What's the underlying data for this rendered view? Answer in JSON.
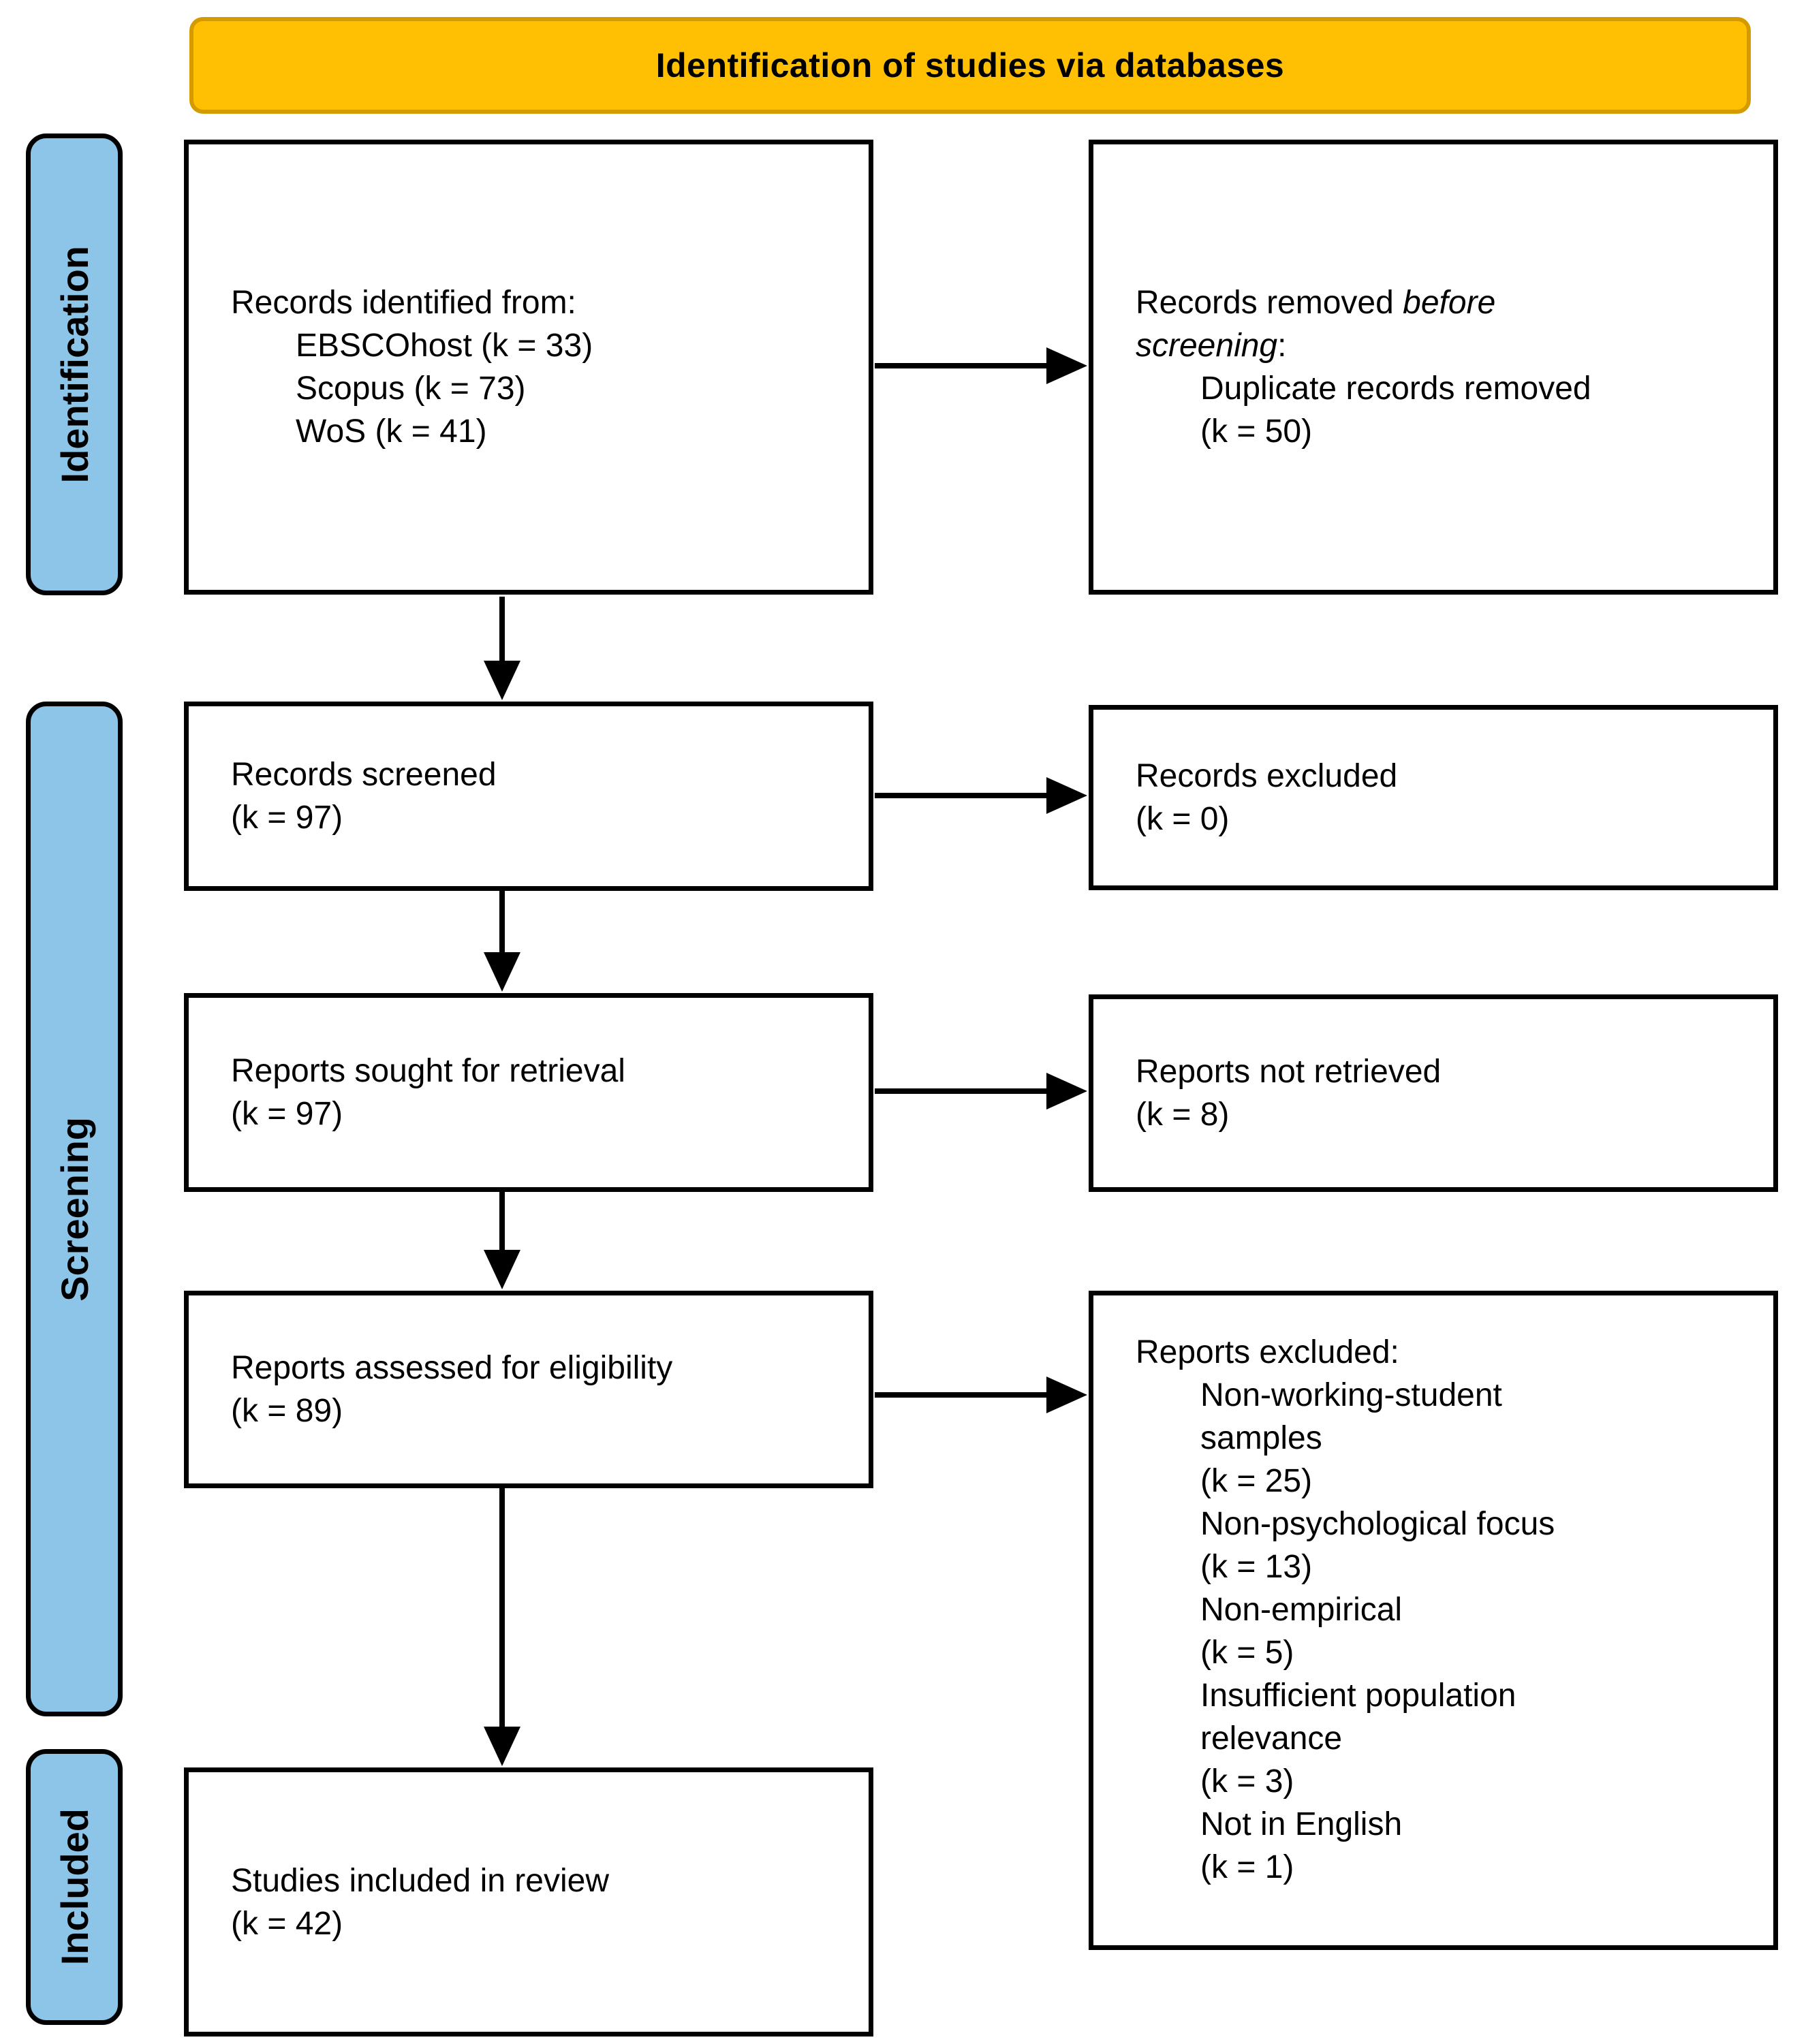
{
  "banner": {
    "title": "Identification of studies via databases"
  },
  "stages": {
    "identification": "Identification",
    "screening": "Screening",
    "included": "Included"
  },
  "colors": {
    "banner_fill": "#FFC003",
    "banner_border": "#D49B00",
    "stage_fill": "#8CC5E8",
    "box_border": "#000000",
    "arrow": "#000000"
  },
  "boxes": {
    "records_identified": {
      "lines": [
        "Records identified from:",
        "EBSCOhost (k = 33)",
        "Scopus (k = 73)",
        "WoS (k = 41)"
      ]
    },
    "records_removed": {
      "line1_prefix": "Records removed ",
      "line1_italic": "before",
      "line2_italic": "screening",
      "line2_suffix": ":",
      "lines": [
        "Duplicate records removed",
        "(k = 50)"
      ]
    },
    "records_screened": {
      "lines": [
        "Records screened",
        "(k = 97)"
      ]
    },
    "records_excluded": {
      "lines": [
        "Records excluded",
        "(k = 0)"
      ]
    },
    "reports_sought": {
      "lines": [
        "Reports sought for retrieval",
        "(k = 97)"
      ]
    },
    "reports_not_retrieved": {
      "lines": [
        "Reports not retrieved",
        "(k = 8)"
      ]
    },
    "reports_assessed": {
      "lines": [
        "Reports assessed for eligibility",
        "(k = 89)"
      ]
    },
    "reports_excluded": {
      "lines": [
        "Reports excluded:",
        "Non-working-student",
        "samples",
        "(k = 25)",
        "Non-psychological focus",
        "(k = 13)",
        "Non-empirical",
        "(k = 5)",
        "Insufficient population",
        "relevance",
        "(k = 3)",
        "Not in English",
        "(k = 1)"
      ]
    },
    "studies_included": {
      "lines": [
        "Studies included in review",
        "(k = 42)"
      ]
    }
  }
}
